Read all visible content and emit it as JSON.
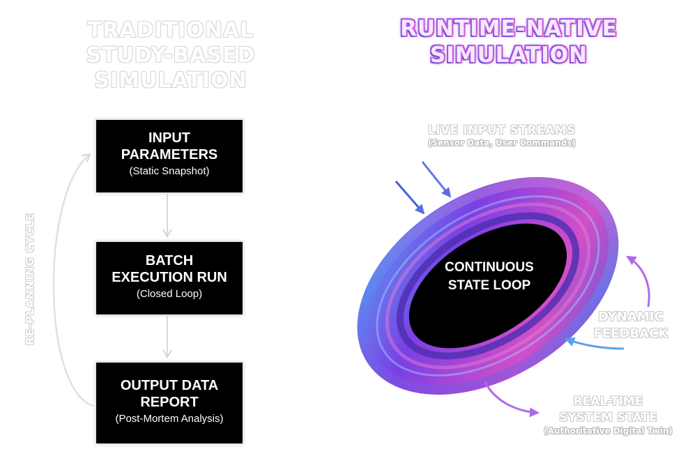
{
  "left_panel": {
    "heading_lines": [
      "TRADITIONAL",
      "STUDY-BASED",
      "SIMULATION"
    ],
    "side_label": "RE-PLANNING CYCLE",
    "boxes": [
      {
        "title_lines": [
          "INPUT",
          "PARAMETERS"
        ],
        "subtitle": "(Static Snapshot)"
      },
      {
        "title_lines": [
          "BATCH",
          "EXECUTION RUN"
        ],
        "subtitle": "(Closed Loop)"
      },
      {
        "title_lines": [
          "OUTPUT DATA",
          "REPORT"
        ],
        "subtitle": "(Post-Mortem Analysis)"
      }
    ]
  },
  "right_panel": {
    "heading_lines": [
      "RUNTIME-NATIVE",
      "SIMULATION"
    ],
    "loop_lines": [
      "CONTINUOUS",
      "STATE LOOP"
    ],
    "live_input": {
      "title": "LIVE INPUT STREAMS",
      "subtitle": "(Sensor Data, User Commands)"
    },
    "dynamic_feedback": {
      "title_lines": [
        "DYNAMIC",
        "FEEDBACK"
      ]
    },
    "realtime_state": {
      "title_lines": [
        "REAL-TIME",
        "SYSTEM STATE"
      ],
      "subtitle": "(Authoritative Digital Twin)"
    }
  },
  "colors": {
    "box_fill": "#000000",
    "box_text": "#ffffff",
    "ring_purple": "#7b3fe4",
    "ring_blue": "#3c8cf0",
    "ring_magenta": "#d24fc8",
    "arrow_gray": "#dcdcdc"
  }
}
